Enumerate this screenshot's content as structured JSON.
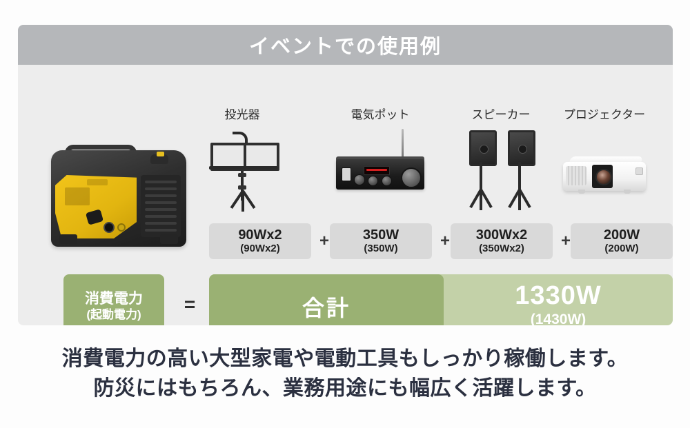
{
  "panel": {
    "header_title": "イベントでの使用例"
  },
  "generator": {
    "icon": "portable-inverter-generator"
  },
  "appliances": [
    {
      "name": "投光器",
      "icon": "floodlight-on-tripod-icon",
      "watt_main": "90Wx2",
      "watt_sub": "(90Wx2)"
    },
    {
      "name": "電気ポット",
      "icon": "audio-amplifier-icon",
      "watt_main": "350W",
      "watt_sub": "(350W)"
    },
    {
      "name": "スピーカー",
      "icon": "pa-speakers-on-stands-icon",
      "watt_main": "300Wx2",
      "watt_sub": "(350Wx2)"
    },
    {
      "name": "プロジェクター",
      "icon": "projector-icon",
      "watt_main": "200W",
      "watt_sub": "(200W)"
    }
  ],
  "operators": {
    "plus": "+",
    "equals": "="
  },
  "consumption": {
    "main": "消費電力",
    "sub": "(起動電力)"
  },
  "total": {
    "label": "合計",
    "main": "1330W",
    "sub": "(1430W)"
  },
  "caption": {
    "line1": "消費電力の高い大型家電や電動工具もしっかり稼働します。",
    "line2": "防災にはもちろん、業務用途にも幅広く活躍します。"
  },
  "colors": {
    "header_gray": "#b5b7ba",
    "panel_bg": "#ededed",
    "watt_box": "#d9d9d9",
    "green_dark": "#9ab173",
    "green_light": "#c3d1a8",
    "caption_text": "#2b3040"
  }
}
